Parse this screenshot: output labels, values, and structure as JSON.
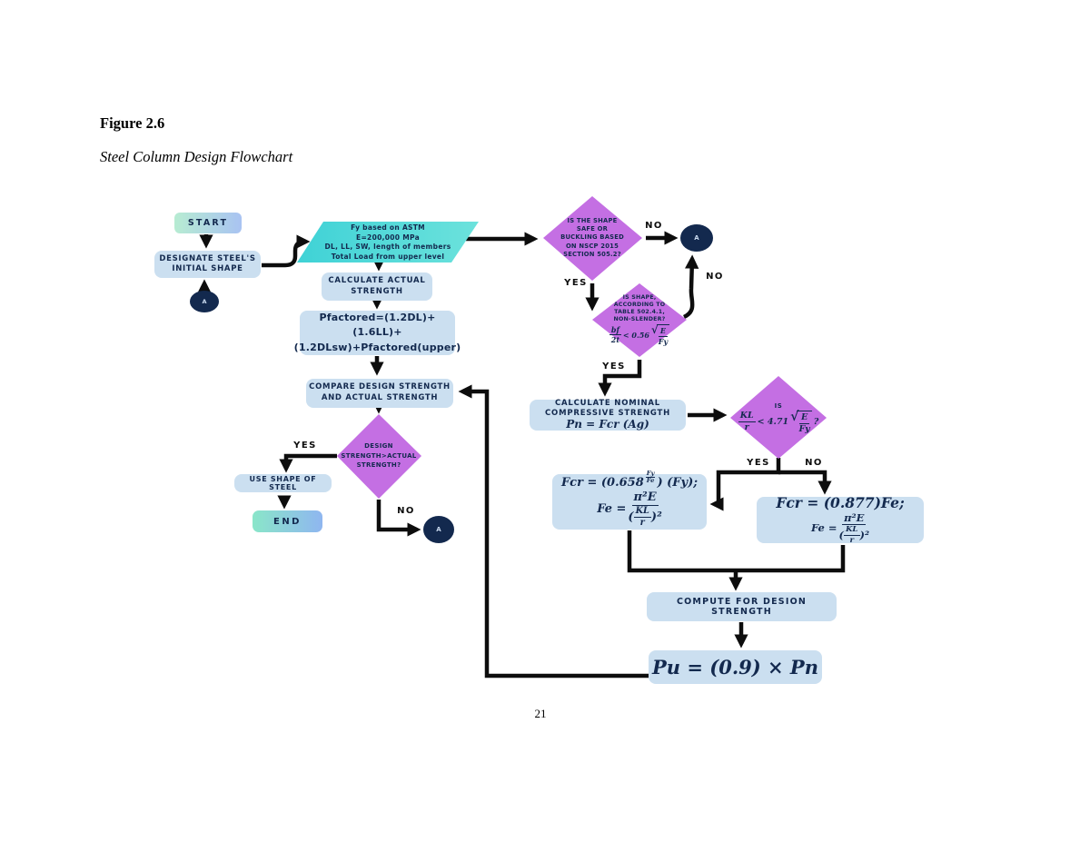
{
  "page": {
    "figure_label": "Figure 2.6",
    "figure_title": "Steel Column Design Flowchart",
    "page_number": "21"
  },
  "colors": {
    "node-blue": "#cbdff0",
    "diamond-purple": "#c46fe3",
    "teal-a": "#3fd2d6",
    "teal-b": "#6ce2dc",
    "navy": "#13294e",
    "ink": "#0d0d0d",
    "start-a": "#b7ecd2",
    "start-b": "#a9c3f2",
    "end-a": "#8ae6c9",
    "end-b": "#8fb6f0"
  },
  "flowchart": {
    "start_label": "START",
    "designate_lines": [
      "DESIGNATE STEEL'S",
      "INITIAL SHAPE"
    ],
    "connector_label": "A",
    "radical_sym": "√",
    "input_lines": [
      "Fy based on ASTM",
      "E=200,000 MPa",
      "DL, LL, SW, length of members",
      "Total Load from upper level"
    ],
    "calc_actual_lines": [
      "CALCULATE ACTUAL",
      "STRENGTH"
    ],
    "pfactored_lines": [
      "Pfactored=(1.2DL)+(1.6LL)+",
      "(1.2DLsw)+Pfactored(upper)"
    ],
    "compare_lines": [
      "COMPARE DESIGN STRENGTH",
      "AND ACTUAL STRENGTH"
    ],
    "use_shape_label": "USE SHAPE OF STEEL",
    "end_label": "END",
    "yes": "YES",
    "no": "NO",
    "decision_shape_lines": [
      "IS THE SHAPE",
      "SAFE OR",
      "BUCKLING BASED",
      "ON NSCP 2015",
      "SECTION 505.2?"
    ],
    "decision_slender": {
      "lines": [
        "IS SHAPE,",
        "ACCORDING TO",
        "TABLE 502.4.1,",
        "NON-SLENDER?"
      ],
      "frac_num": "bf",
      "frac_den": "2t",
      "relation": "< 0.56",
      "sqrt_num": "E",
      "sqrt_den": "Fy"
    },
    "decision_strength_lines": [
      "DESIGN",
      "STRENGTH>ACTUAL",
      "STRENGTH?"
    ],
    "decision_kl": {
      "prefix": "IS",
      "frac_num": "KL",
      "frac_den": "r",
      "relation": "< 4.71",
      "sqrt_num": "E",
      "sqrt_den": "Fy",
      "suffix": "?"
    },
    "calc_nominal": {
      "lines": [
        "CALCULATE NOMINAL",
        "COMPRESSIVE STRENGTH"
      ],
      "math": "Pn = Fcr (Ag)"
    },
    "fcr_inelastic": {
      "pre": "Fcr = (0.658",
      "sup_num": "Fy",
      "sup_den": "Fe",
      "post": ") (Fy);",
      "lhs": "Fe =",
      "num": "π²E",
      "den_open": "(",
      "den_num": "KL",
      "den_den": "r",
      "den_close": ")²"
    },
    "fcr_elastic": {
      "line1": "Fcr = (0.877)Fe;",
      "lhs": "Fe =",
      "num": "π²E",
      "den_open": "(",
      "den_num": "KL",
      "den_den": "r",
      "den_close": ")²"
    },
    "compute_label": "COMPUTE FOR DESION STRENGTH",
    "pu_formula": "Pu = (0.9) × Pn"
  }
}
